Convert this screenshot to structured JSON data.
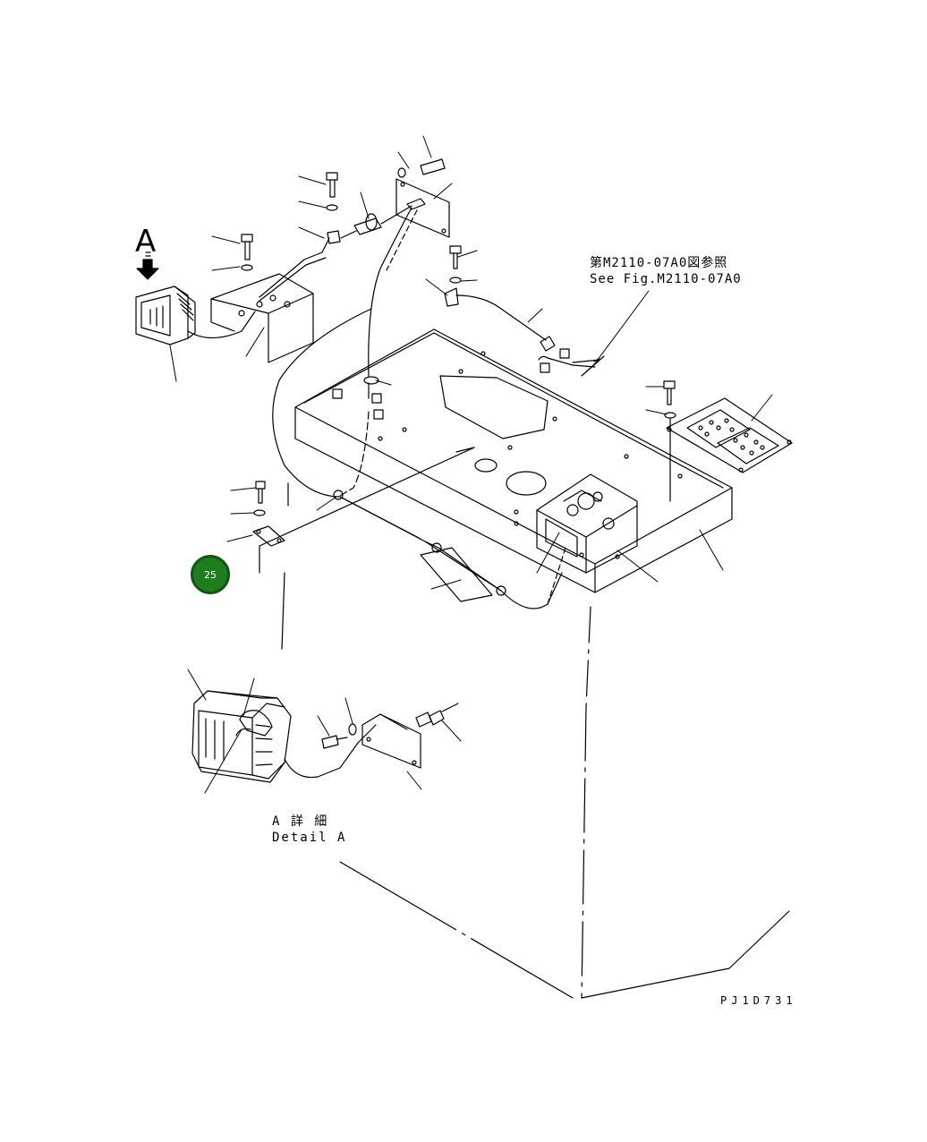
{
  "view_label": "A",
  "reference": {
    "jp": "第M2110-07A0図参照",
    "en": "See Fig.M2110-07A0"
  },
  "detail": {
    "jp": "A 詳 細",
    "en": "Detail A"
  },
  "drawing_code": "PJ1D731",
  "callout_badge": "25",
  "colors": {
    "line": "#000000",
    "badge": "#1e7d1e"
  }
}
